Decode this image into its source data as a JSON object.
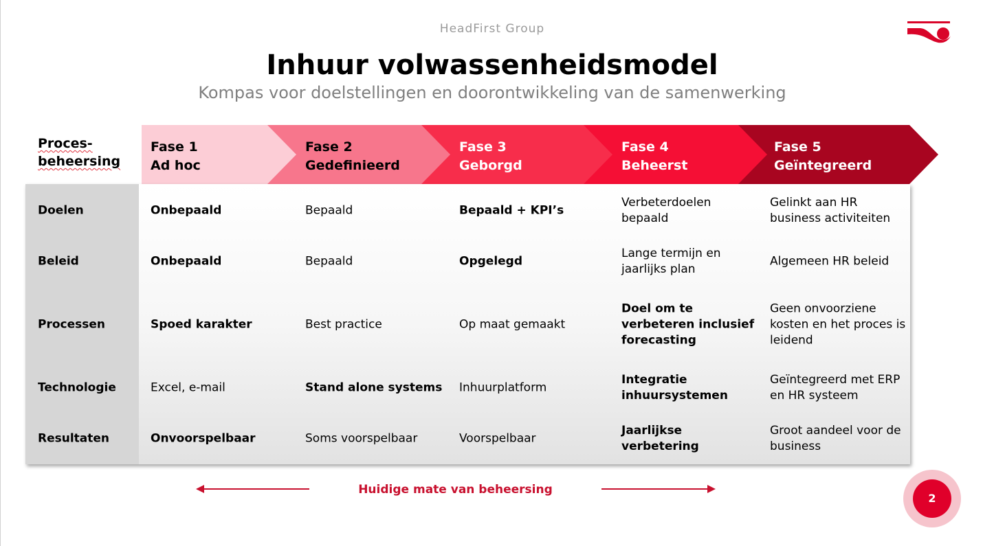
{
  "brand": "HeadFirst Group",
  "title": "Inhuur volwassenheidsmodel",
  "subtitle": "Kompas voor doelstellingen en doorontwikkeling van de samenwerking",
  "row_header": {
    "line1": "Proces-",
    "line2": "beheersing"
  },
  "colors": {
    "phase": [
      "#fccdd6",
      "#f7768c",
      "#f72d4b",
      "#f50f35",
      "#a80520"
    ],
    "accent": "#c8102e"
  },
  "phases": [
    {
      "num": "Fase 1",
      "name": "Ad hoc"
    },
    {
      "num": "Fase 2",
      "name": "Gedefinieerd"
    },
    {
      "num": "Fase 3",
      "name": "Geborgd"
    },
    {
      "num": "Fase 4",
      "name": "Beheerst"
    },
    {
      "num": "Fase 5",
      "name": "Geïntegreerd"
    }
  ],
  "rows": [
    {
      "label": "Doelen",
      "cells": [
        "Onbepaald",
        "Bepaald",
        "Bepaald + KPI’s",
        "Verbeterdoelen bepaald",
        "Gelinkt aan HR business activiteiten"
      ]
    },
    {
      "label": "Beleid",
      "cells": [
        "Onbepaald",
        "Bepaald",
        "Opgelegd",
        "Lange termijn en jaarlijks plan",
        "Algemeen HR beleid"
      ]
    },
    {
      "label": "Processen",
      "cells": [
        "Spoed karakter",
        "Best practice",
        "Op maat gemaakt",
        "Doel om te verbeteren inclusief forecasting",
        "Geen onvoorziene kosten en het proces is leidend"
      ]
    },
    {
      "label": "Technologie",
      "cells": [
        "Excel, e-mail",
        "Stand alone systems",
        "Inhuurplatform",
        "Integratie inhuursystemen",
        "Geïntegreerd met ERP en HR systeem"
      ]
    },
    {
      "label": "Resultaten",
      "cells": [
        "Onvoorspelbaar",
        "Soms voorspelbaar",
        "Voorspelbaar",
        "Jaarlijkse verbetering",
        "Groot aandeel voor de business"
      ]
    }
  ],
  "footer": "Huidige mate van beheersing",
  "page_number": "2"
}
